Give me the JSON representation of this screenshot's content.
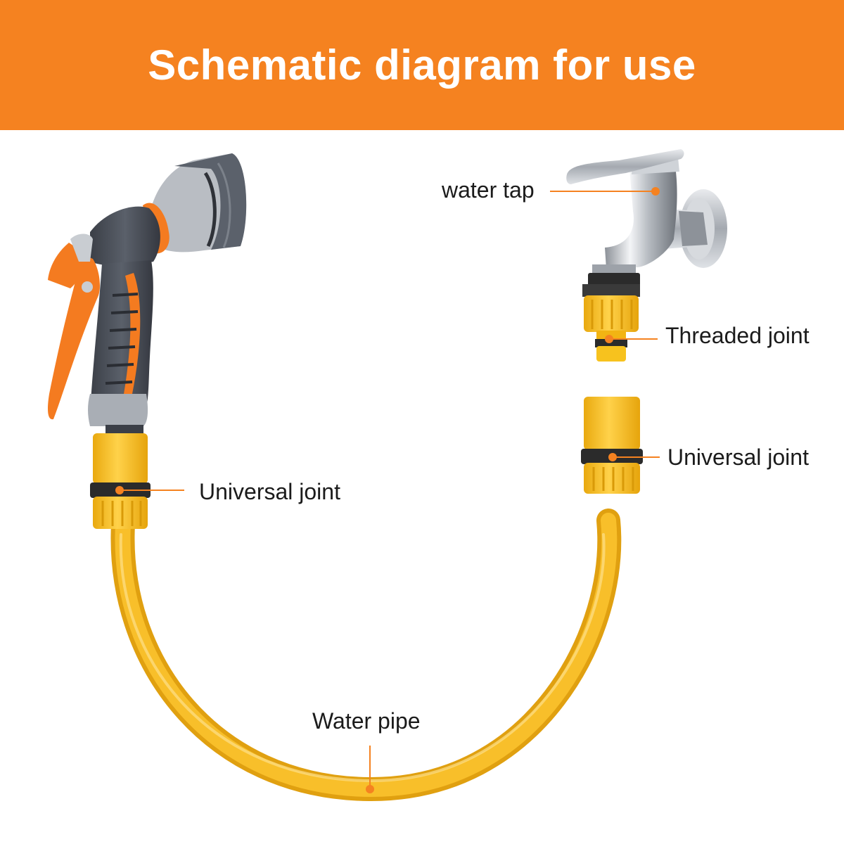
{
  "title": "Schematic diagram for use",
  "labels": {
    "water_tap": "water tap",
    "threaded_joint": "Threaded joint",
    "universal_joint_right": "Universal joint",
    "universal_joint_left": "Universal joint",
    "water_pipe": "Water pipe"
  },
  "colors": {
    "banner": "#f58220",
    "pipe": "#f6b51a",
    "joint": "#f7c21e",
    "leader": "#f58220",
    "nozzle_body": "#4a4f58",
    "nozzle_trim": "#f47b20",
    "chrome": "#c9cdd2"
  },
  "icons": [
    "spray-nozzle-icon",
    "water-tap-icon",
    "threaded-joint-icon",
    "universal-joint-icon"
  ]
}
